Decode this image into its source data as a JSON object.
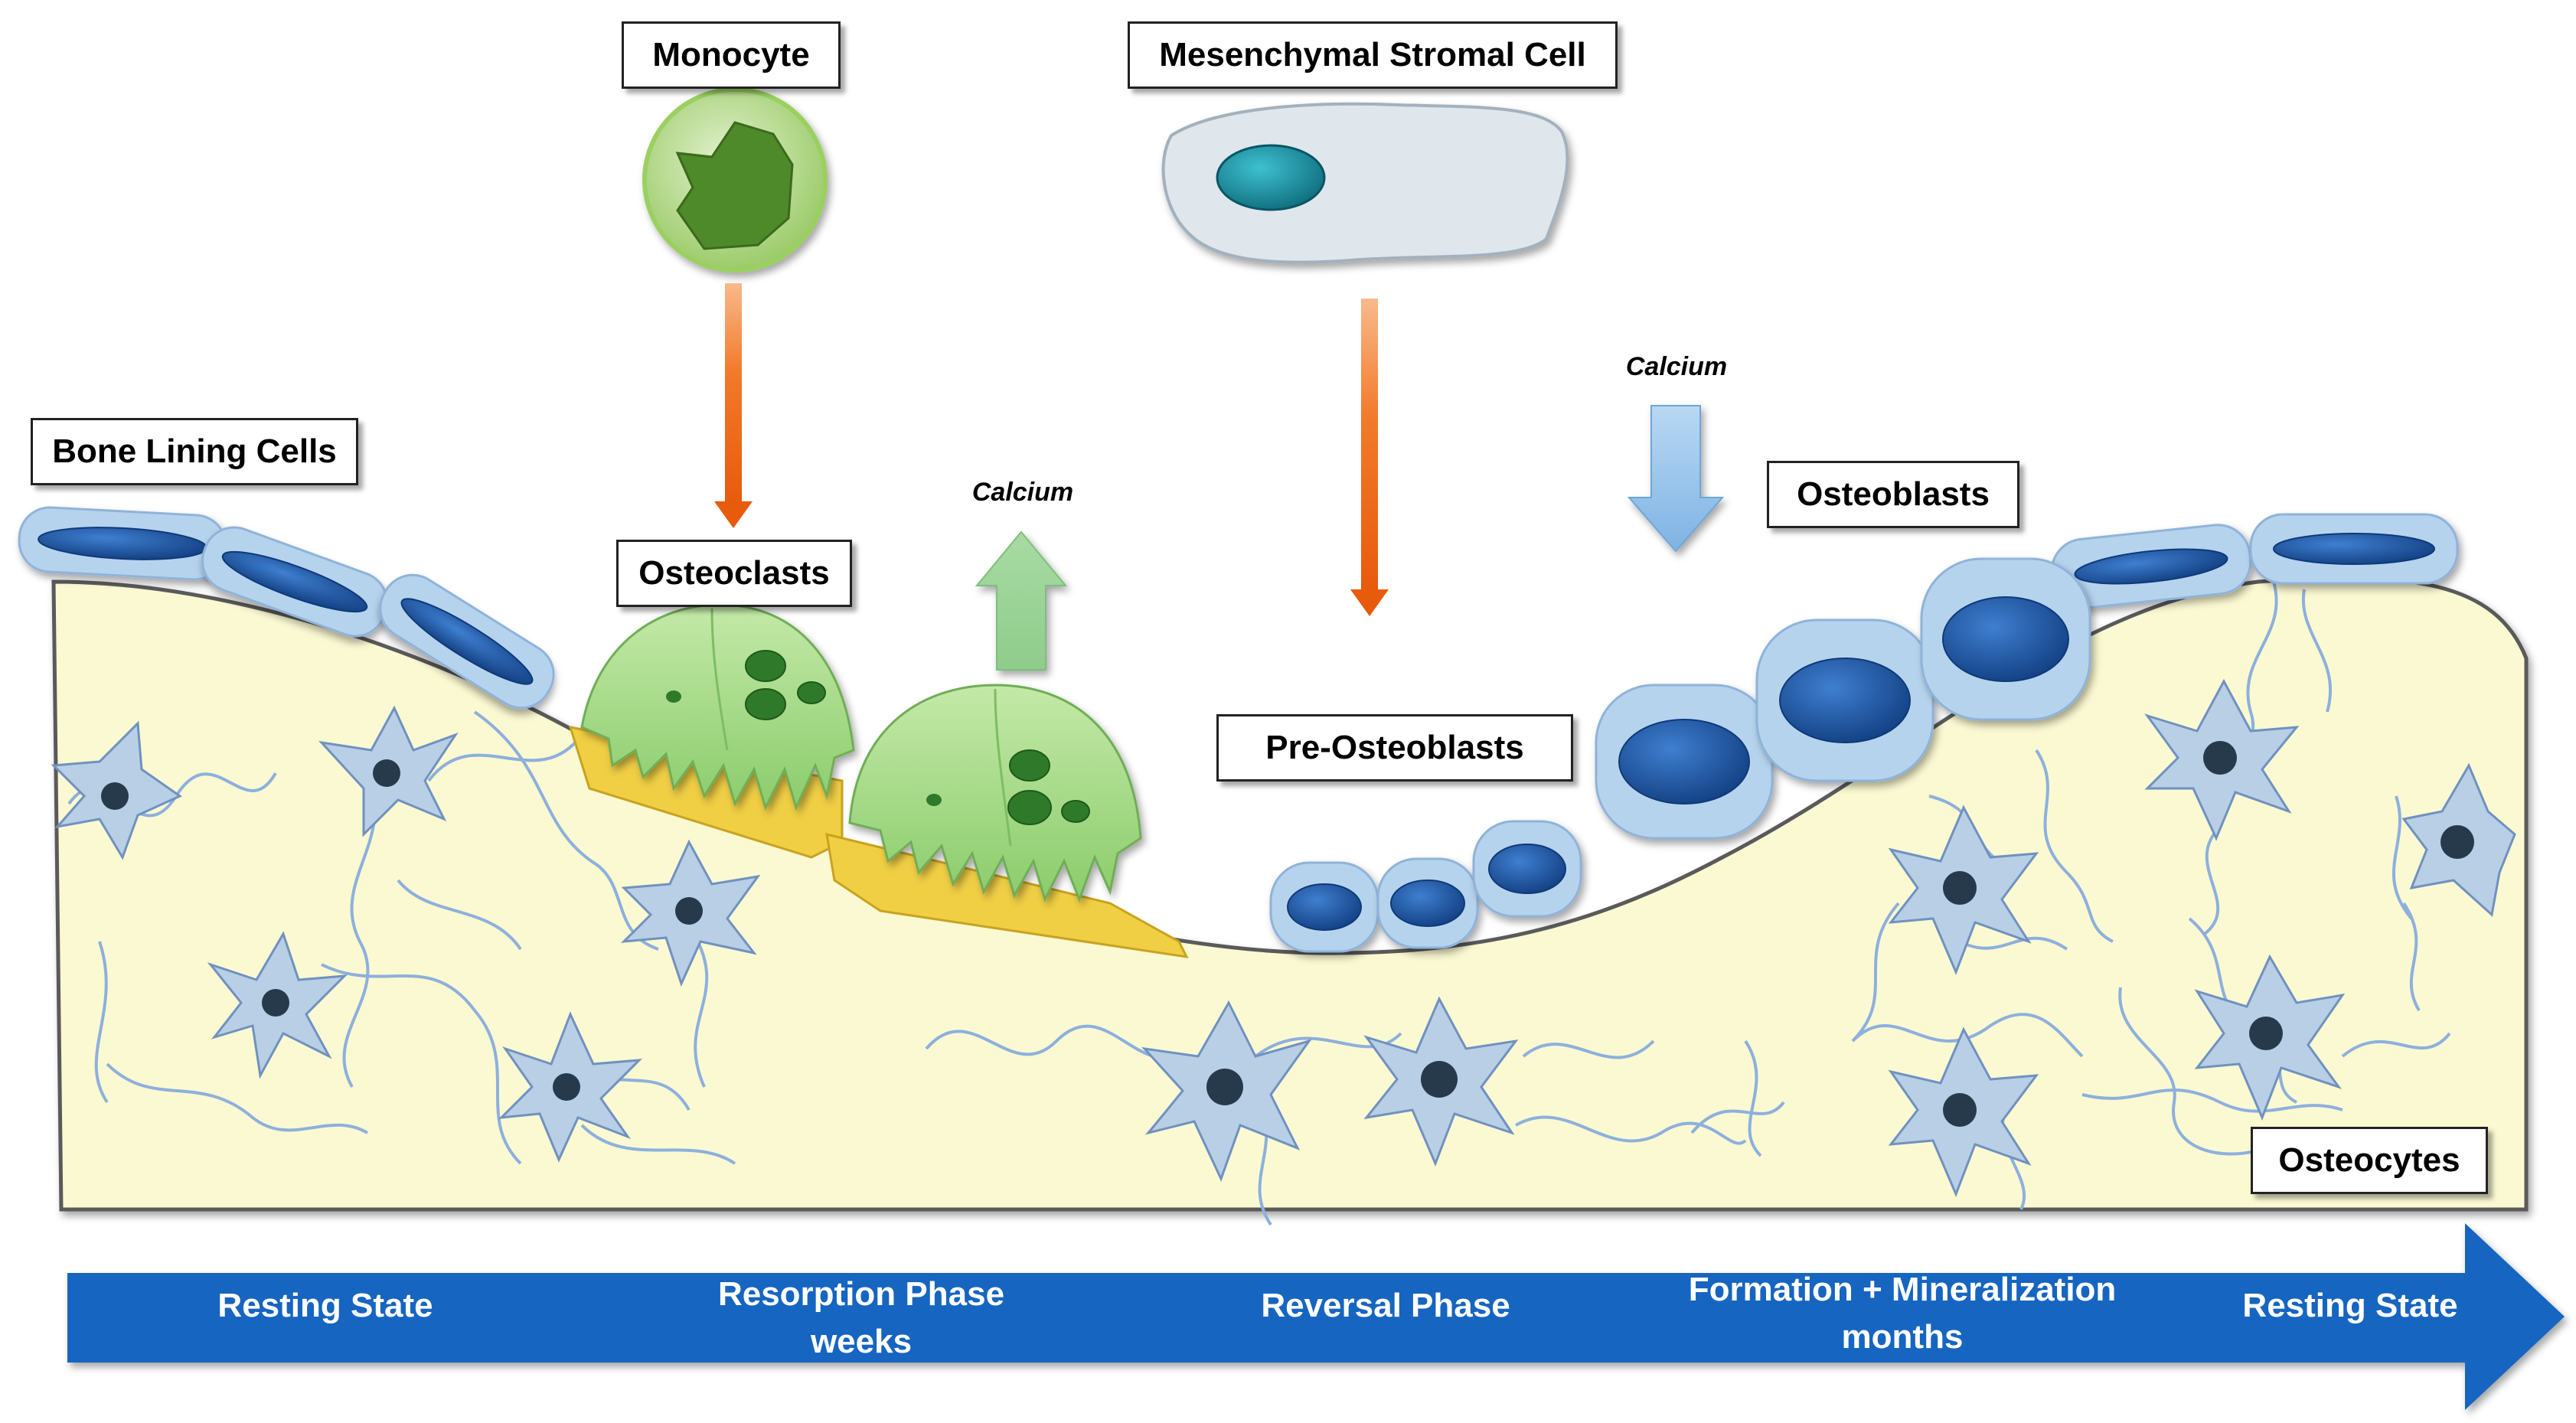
{
  "labels": {
    "monocyte": "Monocyte",
    "msc": "Mesenchymal Stromal Cell",
    "bone_lining": "Bone Lining Cells",
    "osteoclasts": "Osteoclasts",
    "osteoblasts": "Osteoblasts",
    "pre_osteoblasts": "Pre-Osteoblasts",
    "osteocytes": "Osteocytes"
  },
  "calcium": {
    "release": "Calcium",
    "deposit": "Calcium"
  },
  "timeline": {
    "phases": [
      {
        "line1": "Resting State",
        "line2": ""
      },
      {
        "line1": "Resorption Phase",
        "line2": "weeks"
      },
      {
        "line1": "Reversal Phase",
        "line2": ""
      },
      {
        "line1": "Formation + Mineralization",
        "line2": "months"
      },
      {
        "line1": "Resting State",
        "line2": ""
      }
    ]
  },
  "colors": {
    "bone": "#fbf9d2",
    "bone_edge": "#5a5a5a",
    "cell_membrane": "#b6d3ee",
    "nucleus": "#1f5aa6",
    "osteocyte_body": "#b9cfe6",
    "osteocyte_nucleus": "#263a4c",
    "osteoclast": "#a6d98a",
    "resorption_lacuna": "#f0cf45",
    "monocyte": "#9ccb6a",
    "msc_body": "#dfe6ec",
    "msc_nucleus": "#1593a6",
    "orange_arrow": "#f06a18",
    "calcium_release_arrow": "#9ed49a",
    "calcium_deposit_arrow": "#8fc0ea",
    "timeline_arrow": "#1565c0"
  }
}
